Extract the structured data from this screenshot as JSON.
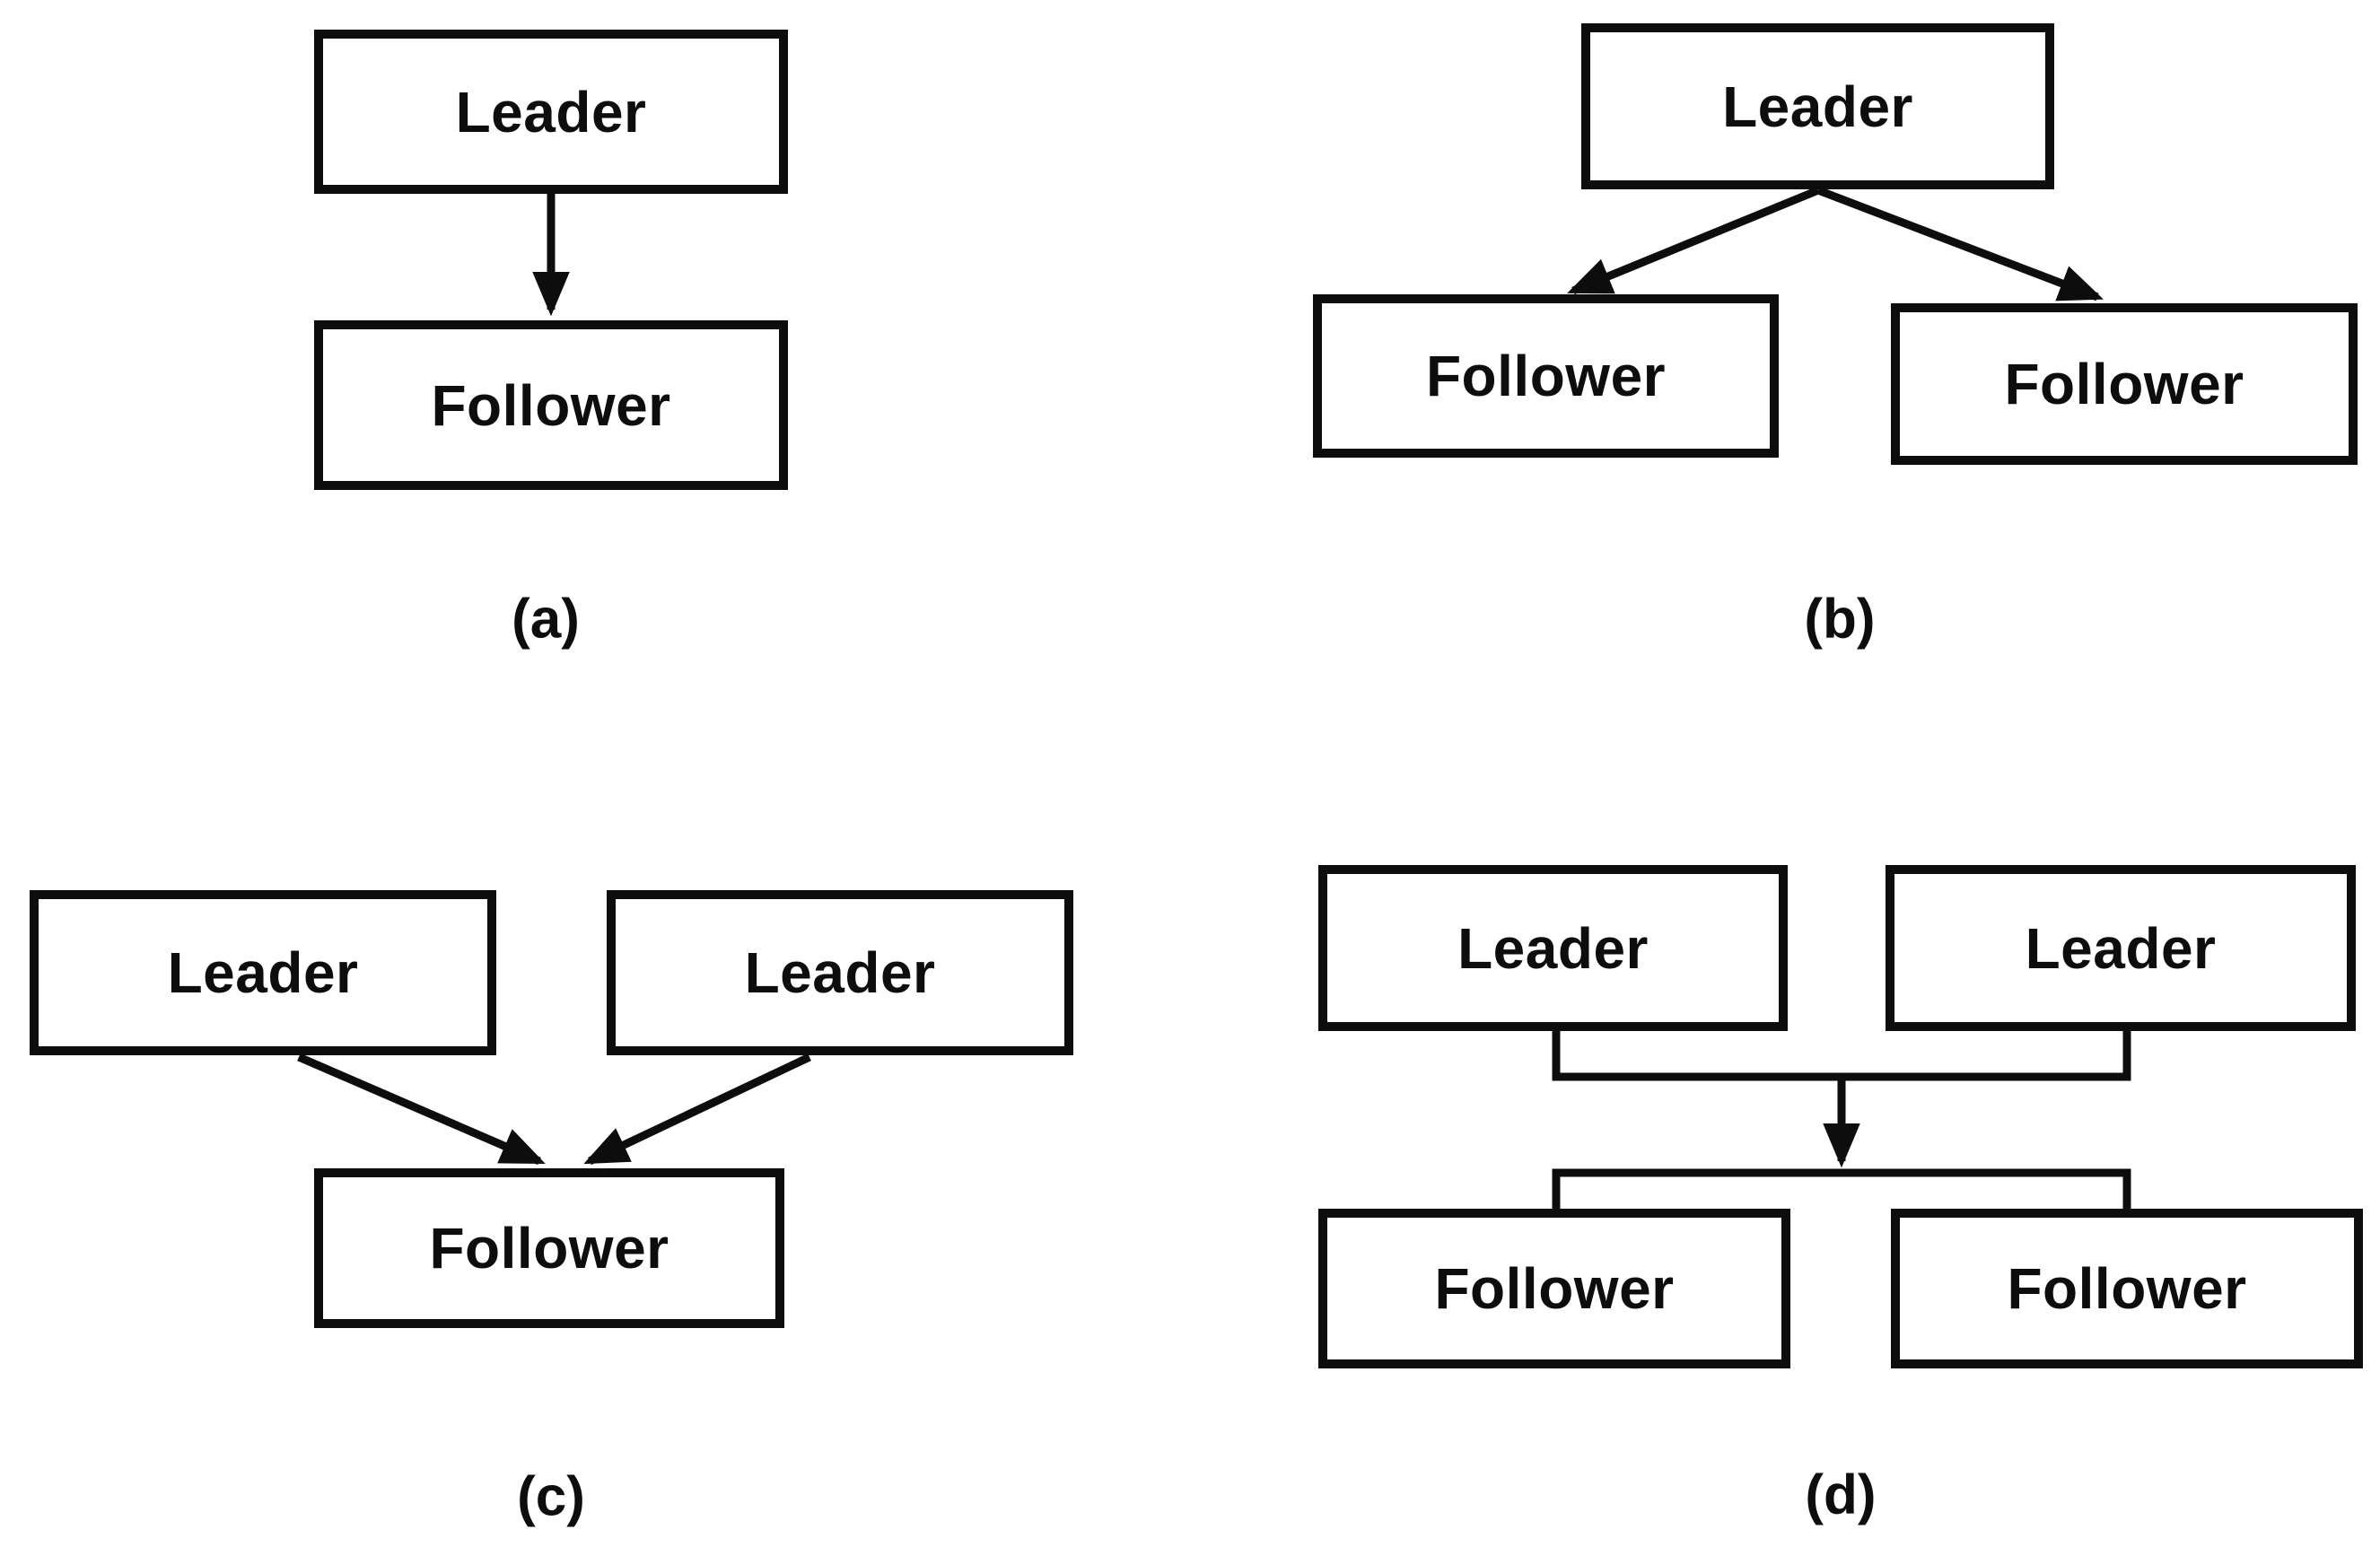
{
  "figure": {
    "panels": [
      {
        "id": "a",
        "label": "(a)",
        "description": "single leader to single follower",
        "leaders": [
          "Leader"
        ],
        "followers": [
          "Follower"
        ]
      },
      {
        "id": "b",
        "label": "(b)",
        "description": "single leader to two followers",
        "leaders": [
          "Leader"
        ],
        "followers": [
          "Follower",
          "Follower"
        ]
      },
      {
        "id": "c",
        "label": "(c)",
        "description": "two leaders to single follower",
        "leaders": [
          "Leader",
          "Leader"
        ],
        "followers": [
          "Follower"
        ]
      },
      {
        "id": "d",
        "label": "(d)",
        "description": "two leaders to two followers via shared bus",
        "leaders": [
          "Leader",
          "Leader"
        ],
        "followers": [
          "Follower",
          "Follower"
        ]
      }
    ]
  },
  "colors": {
    "line": "#0d0d0d",
    "text": "#0d0d0d",
    "background": "#ffffff"
  }
}
